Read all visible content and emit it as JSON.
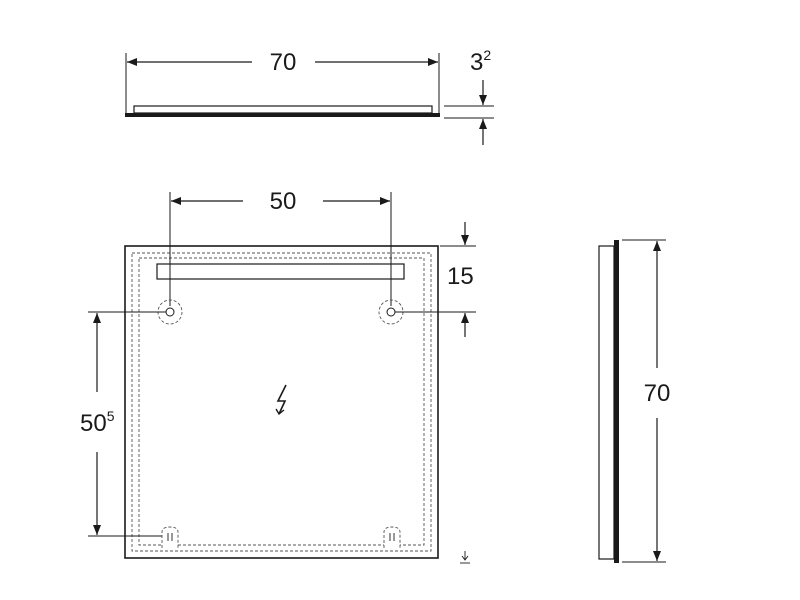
{
  "diagram": {
    "top_view": {
      "width_label": "70",
      "depth_label_main": "3",
      "depth_label_sup": "2"
    },
    "front_view": {
      "hole_spacing_label": "50",
      "top_offset_label": "15",
      "vertical_label_main": "50",
      "vertical_label_sup": "5",
      "symbols": [
        "lightning-icon",
        "ground-arrow-icon"
      ]
    },
    "side_view": {
      "height_label": "70"
    },
    "colors": {
      "line": "#1a1a1a",
      "background": "#ffffff"
    }
  }
}
